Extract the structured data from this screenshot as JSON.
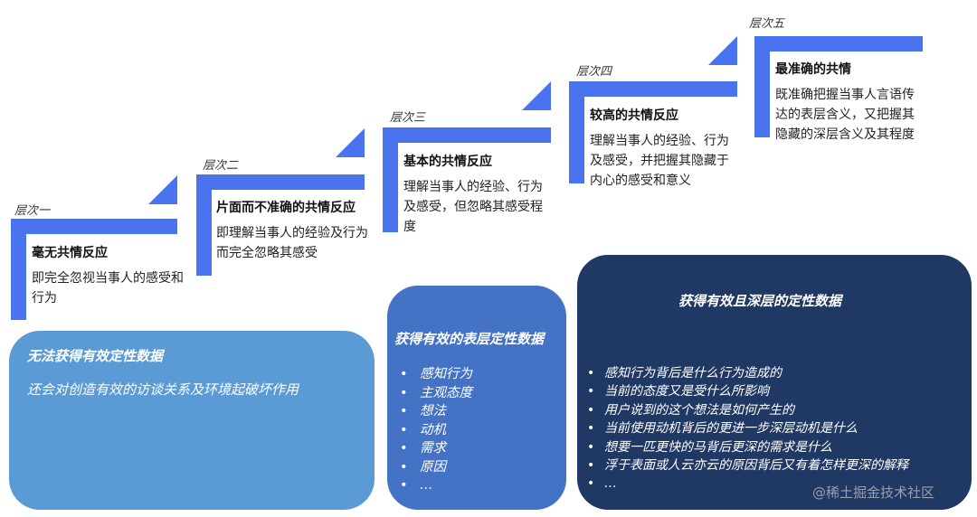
{
  "steps": [
    {
      "level": "层次一",
      "title": "毫无共情反应",
      "desc": "即完全忽视当事人的感受和行为"
    },
    {
      "level": "层次二",
      "title": "片面而不准确的共情反应",
      "desc": "即理解当事人的经验及行为而完全忽略其感受"
    },
    {
      "level": "层次三",
      "title": "基本的共情反应",
      "desc": "理解当事人的经验、行为及感受，但忽略其感受程度"
    },
    {
      "level": "层次四",
      "title": "较高的共情反应",
      "desc": "理解当事人的经验、行为及感受，并把握其隐藏于内心的感受和意义"
    },
    {
      "level": "层次五",
      "title": "最准确的共情",
      "desc": "既准确把握当事人言语传达的表层含义，又把握其隐藏的深层含义及其程度"
    }
  ],
  "boxes": [
    {
      "title": "无法获得有效定性数据",
      "body": "还会对创造有效的访谈关系及环境起破坏作用",
      "color": "#5b9bd5"
    },
    {
      "title": "获得有效的表层定性数据",
      "items": [
        "感知行为",
        "主观态度",
        "想法",
        "动机",
        "需求",
        "原因",
        "…"
      ],
      "color": "#4472c4"
    },
    {
      "title": "获得有效且深层的定性数据",
      "items": [
        "感知行为背后是什么行为造成的",
        "当前的态度又是受什么所影响",
        "用户说到的这个想法是如何产生的",
        "当前使用动机背后的更进一步深层动机是什么",
        "想要一匹更快的马背后更深的需求是什么",
        "浮于表面或人云亦云的原因背后又有着怎样更深的解释",
        "…"
      ],
      "color": "#203864"
    }
  ],
  "accent_color": "#4a73f0",
  "watermark": "@稀土掘金技术社区"
}
